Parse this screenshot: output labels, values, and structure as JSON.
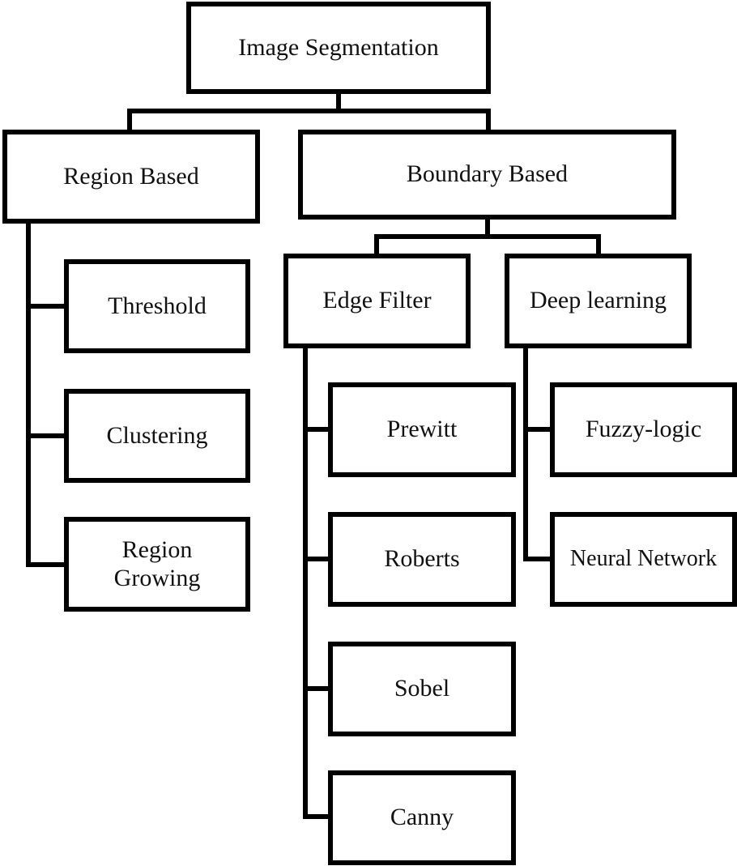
{
  "diagram": {
    "root": "Image Segmentation",
    "region_based": {
      "label": "Region Based",
      "children": [
        "Threshold",
        "Clustering",
        "Region Growing"
      ]
    },
    "boundary_based": {
      "label": "Boundary Based",
      "edge_filter": {
        "label": "Edge Filter",
        "children": [
          "Prewitt",
          "Roberts",
          "Sobel",
          "Canny"
        ]
      },
      "deep_learning": {
        "label": "Deep learning",
        "children": [
          "Fuzzy-logic",
          "Neural Network"
        ]
      }
    }
  }
}
